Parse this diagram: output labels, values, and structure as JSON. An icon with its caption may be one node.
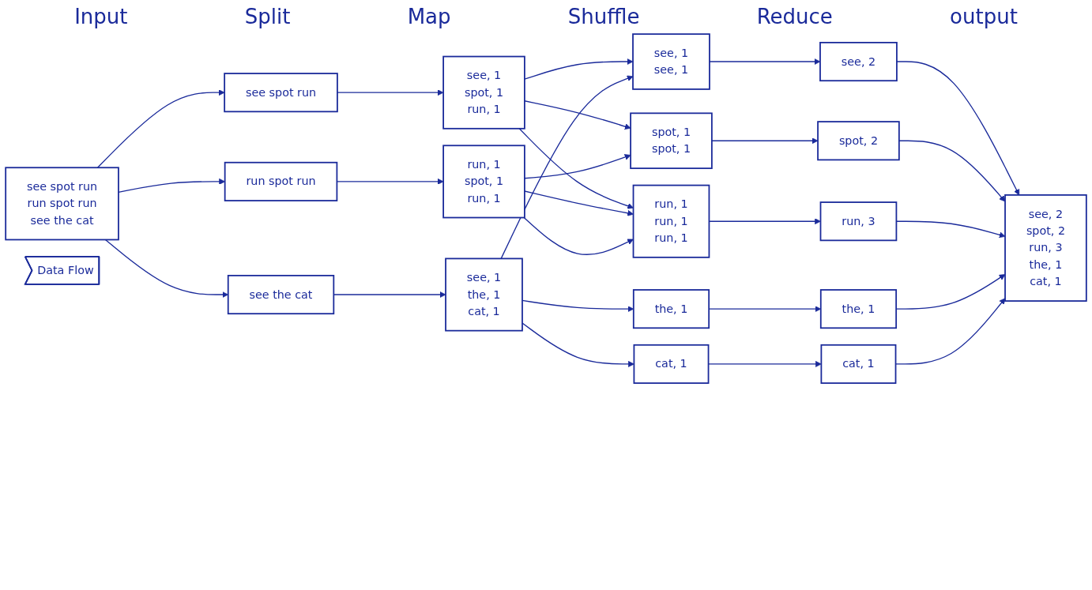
{
  "diagram": {
    "nodes": [
      {
        "text": [
          "see spot run",
          "run spot run",
          "see the cat"
        ]
      },
      {
        "text": [
          "see spot run"
        ]
      },
      {
        "text": [
          "run spot run"
        ]
      },
      {
        "text": [
          "see the cat"
        ]
      },
      {
        "text": [
          "see, 1",
          "spot, 1",
          "run, 1"
        ]
      },
      {
        "text": [
          "run, 1",
          "spot, 1",
          "run, 1"
        ]
      },
      {
        "text": [
          "see, 1",
          "the, 1",
          "cat, 1"
        ]
      },
      {
        "text": [
          "see, 1",
          "see, 1"
        ]
      },
      {
        "text": [
          "spot, 1",
          "spot, 1"
        ]
      },
      {
        "text": [
          "run, 1",
          "run, 1",
          "run, 1"
        ]
      },
      {
        "text": [
          "the, 1"
        ]
      },
      {
        "text": [
          "cat, 1"
        ]
      },
      {
        "text": [
          "see, 2"
        ]
      },
      {
        "text": [
          "spot, 2"
        ]
      },
      {
        "text": [
          "run, 3"
        ]
      },
      {
        "text": [
          "the, 1"
        ]
      },
      {
        "text": [
          "cat, 1"
        ]
      },
      {
        "text": [
          "see, 2",
          "spot, 2",
          "run, 3",
          "the, 1",
          "cat, 1"
        ]
      },
      {
        "text": [
          "Data Flow"
        ]
      }
    ],
    "edges": [
      {
        "from": 0,
        "to": 1,
        "arrow": "to"
      },
      {
        "from": 0,
        "to": 2,
        "arrow": "to"
      },
      {
        "from": 0,
        "to": 3,
        "arrow": "to"
      },
      {
        "from": 1,
        "to": 4,
        "arrow": "to"
      },
      {
        "from": 2,
        "to": 5,
        "arrow": "to"
      },
      {
        "from": 3,
        "to": 6,
        "arrow": "to"
      },
      {
        "from": 4,
        "to": 7,
        "arrow": "to"
      },
      {
        "from": 4,
        "to": 8,
        "arrow": "to"
      },
      {
        "from": 4,
        "to": 9,
        "arrow": "to"
      },
      {
        "from": 5,
        "to": 8,
        "arrow": "to"
      },
      {
        "from": 5,
        "to": 9,
        "arrow": "to"
      },
      {
        "from": 5,
        "to": 9,
        "arrow": "to"
      },
      {
        "from": 6,
        "to": 7,
        "arrow": "to"
      },
      {
        "from": 6,
        "to": 10,
        "arrow": "to"
      },
      {
        "from": 6,
        "to": 11,
        "arrow": "to"
      },
      {
        "from": 7,
        "to": 12,
        "arrow": "to"
      },
      {
        "from": 8,
        "to": 13,
        "arrow": "to"
      },
      {
        "from": 9,
        "to": 14,
        "arrow": "to"
      },
      {
        "from": 10,
        "to": 15,
        "arrow": "to"
      },
      {
        "from": 11,
        "to": 16,
        "arrow": "to"
      },
      {
        "from": 12,
        "to": 17,
        "arrow": "to"
      },
      {
        "from": 13,
        "to": 17,
        "arrow": "to"
      },
      {
        "from": 14,
        "to": 17,
        "arrow": "to"
      },
      {
        "from": 15,
        "to": 17,
        "arrow": "to"
      },
      {
        "from": 16,
        "to": 17,
        "arrow": "to"
      }
    ],
    "labels": [
      "Input",
      "Split",
      "Map",
      "Shuffle",
      "Reduce",
      "output"
    ]
  }
}
